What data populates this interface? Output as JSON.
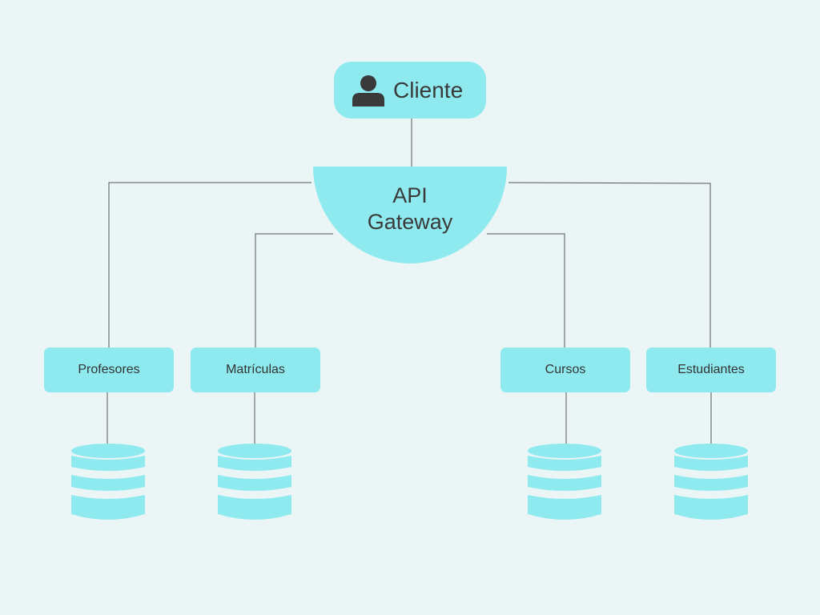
{
  "colors": {
    "background": "#ebf5f5",
    "accent": "#8eeaef",
    "line": "#555555",
    "text": "#3a3a3a"
  },
  "client": {
    "label": "Cliente",
    "icon": "user-icon"
  },
  "gateway": {
    "line1": "API",
    "line2": "Gateway"
  },
  "services": [
    {
      "id": "profesores",
      "label": "Profesores",
      "database_icon": "database-icon"
    },
    {
      "id": "matriculas",
      "label": "Matrículas",
      "database_icon": "database-icon"
    },
    {
      "id": "cursos",
      "label": "Cursos",
      "database_icon": "database-icon"
    },
    {
      "id": "estudiantes",
      "label": "Estudiantes",
      "database_icon": "database-icon"
    }
  ]
}
